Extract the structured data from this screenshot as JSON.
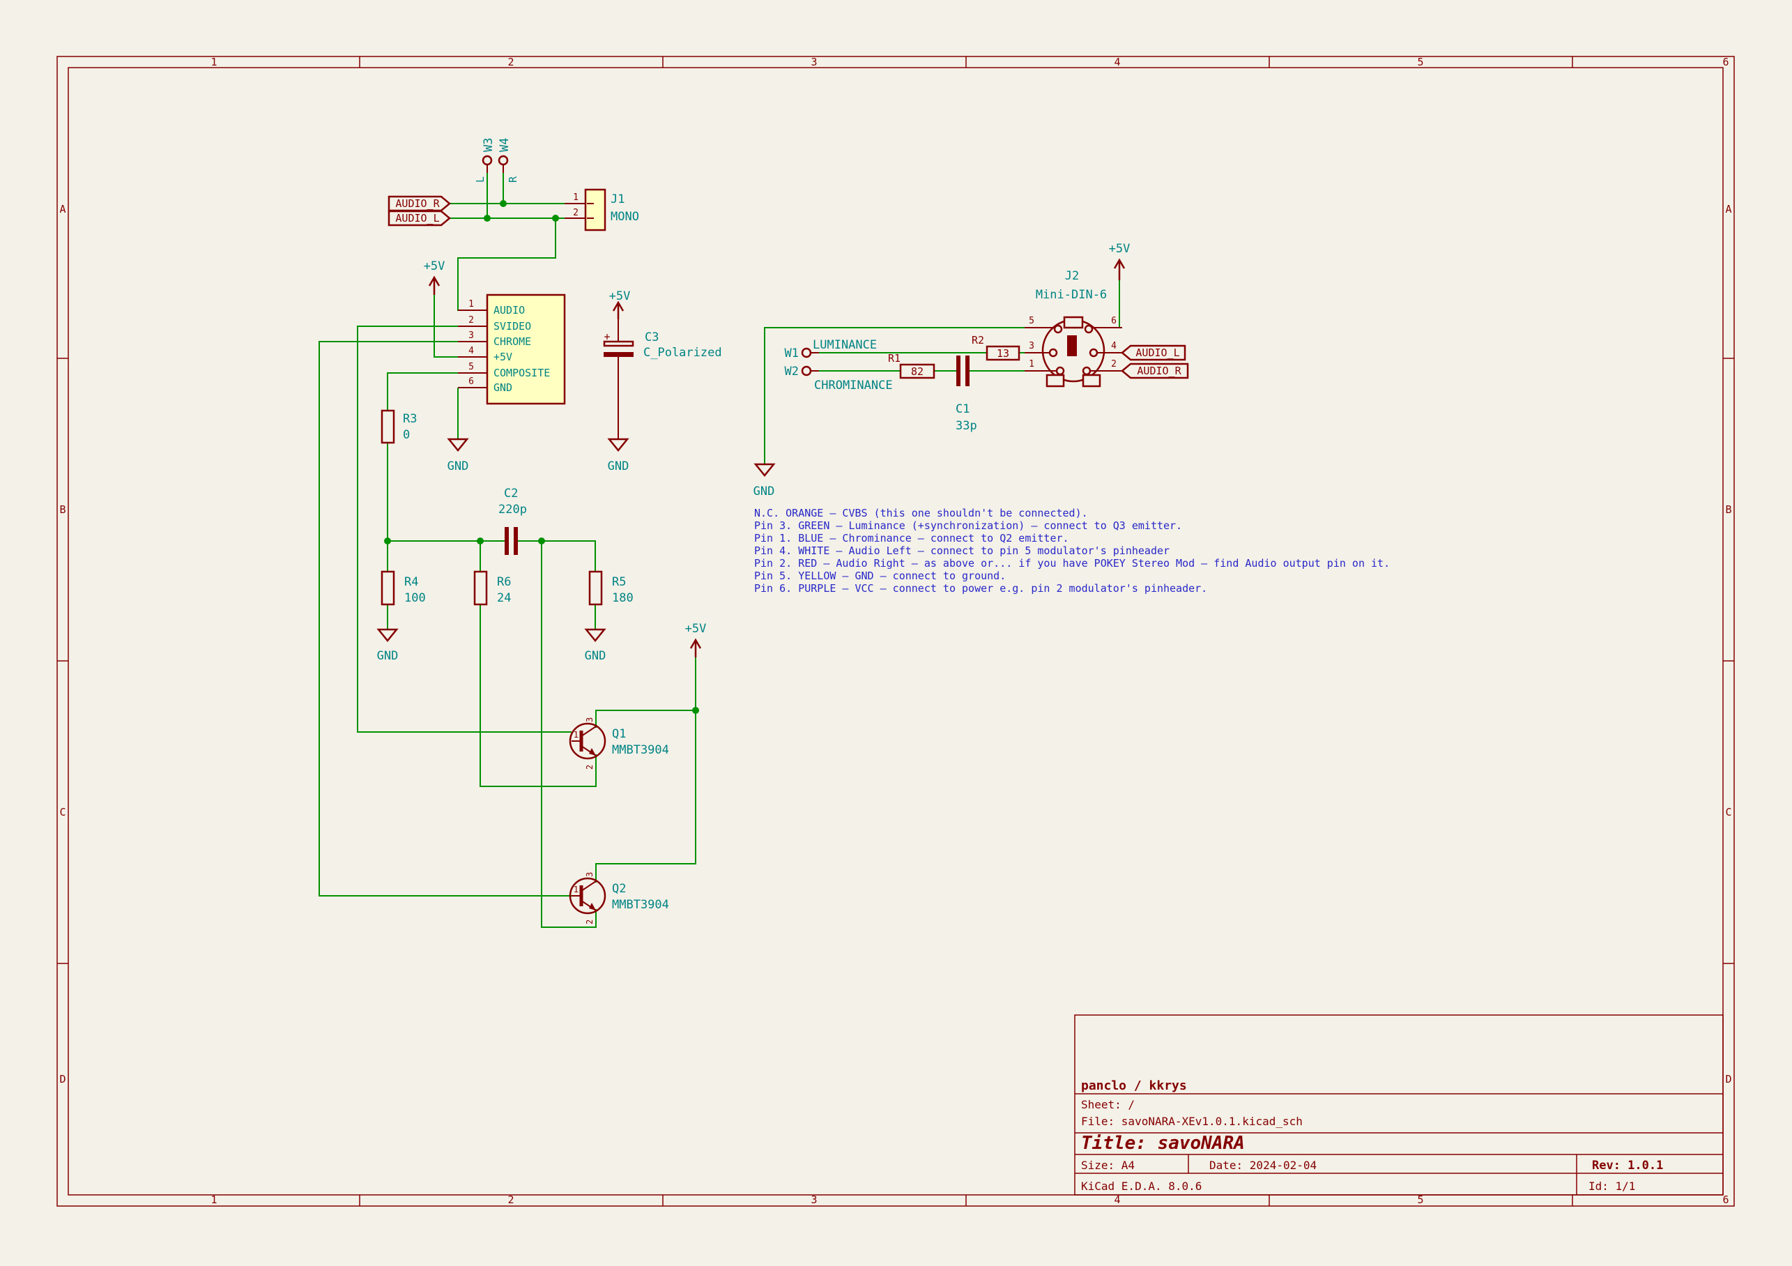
{
  "app": {
    "name": "KiCad schematic sheet"
  },
  "frame": {
    "columns": [
      "1",
      "2",
      "3",
      "4",
      "5",
      "6"
    ],
    "rows": [
      "A",
      "B",
      "C",
      "D"
    ]
  },
  "title_block": {
    "company": "panclo / kkrys",
    "sheet": "Sheet: /",
    "file": "File: savoNARA-XEv1.0.1.kicad_sch",
    "title": "Title: savoNARA",
    "size": "Size: A4",
    "date": "Date: 2024-02-04",
    "rev": "Rev: 1.0.1",
    "tool": "KiCad E.D.A. 8.0.6",
    "id": "Id: 1/1"
  },
  "notes": [
    "N.C.  ORANGE – CVBS (this one shouldn't be connected).",
    "Pin 3. GREEN – Luminance (+synchronization) – connect to Q3 emitter.",
    "Pin 1. BLUE – Chrominance – connect to Q2 emitter.",
    "Pin 4. WHITE – Audio Left – connect to pin 5 modulator's pinheader",
    "Pin 2. RED – Audio Right – as above or... if you have POKEY Stereo Mod – find Audio output pin on it.",
    "Pin 5. YELLOW – GND – connect to ground.",
    "Pin 6. PURPLE – VCC – connect to power e.g. pin 2 modulator's pinheader."
  ],
  "power": {
    "p5v": "+5V",
    "gnd": "GND"
  },
  "net_labels": {
    "audio_r": "AUDIO_R",
    "audio_l": "AUDIO_L",
    "luminance": "LUMINANCE",
    "chrominance": "CHROMINANCE"
  },
  "test_points": {
    "w1": "W1",
    "w2": "W2",
    "w3": "W3",
    "w4": "W4",
    "l": "L",
    "r": "R"
  },
  "components": {
    "j1": {
      "ref": "J1",
      "value": "MONO",
      "pins": [
        "1",
        "2"
      ]
    },
    "modulator": {
      "pins": [
        {
          "num": "1",
          "name": "AUDIO"
        },
        {
          "num": "2",
          "name": "SVIDEO"
        },
        {
          "num": "3",
          "name": "CHROME"
        },
        {
          "num": "4",
          "name": "+5V"
        },
        {
          "num": "5",
          "name": "COMPOSITE"
        },
        {
          "num": "6",
          "name": "GND"
        }
      ]
    },
    "r1": {
      "ref": "R1",
      "value": "82"
    },
    "r2": {
      "ref": "R2",
      "value": "13"
    },
    "r3": {
      "ref": "R3",
      "value": "0"
    },
    "r4": {
      "ref": "R4",
      "value": "100"
    },
    "r5": {
      "ref": "R5",
      "value": "180"
    },
    "r6": {
      "ref": "R6",
      "value": "24"
    },
    "c1": {
      "ref": "C1",
      "value": "33p"
    },
    "c2": {
      "ref": "C2",
      "value": "220p"
    },
    "c3": {
      "ref": "C3",
      "value": "C_Polarized",
      "plus": "+"
    },
    "q1": {
      "ref": "Q1",
      "value": "MMBT3904",
      "pin_base": "1",
      "pin_emitter": "2",
      "pin_collector": "3"
    },
    "q2": {
      "ref": "Q2",
      "value": "MMBT3904",
      "pin_base": "1",
      "pin_emitter": "2",
      "pin_collector": "3"
    },
    "j2": {
      "ref": "J2",
      "value": "Mini-DIN-6",
      "pins_left": [
        "5",
        "3",
        "1"
      ],
      "pins_right": [
        "6",
        "4",
        "2"
      ]
    }
  },
  "colors": {
    "background": "#F4F1E8",
    "wire_green": "#009100",
    "symbol_dark_red": "#840000",
    "label_teal": "#008484",
    "note_blue": "#2828C8",
    "component_fill_yellow": "#FFFFC2"
  }
}
